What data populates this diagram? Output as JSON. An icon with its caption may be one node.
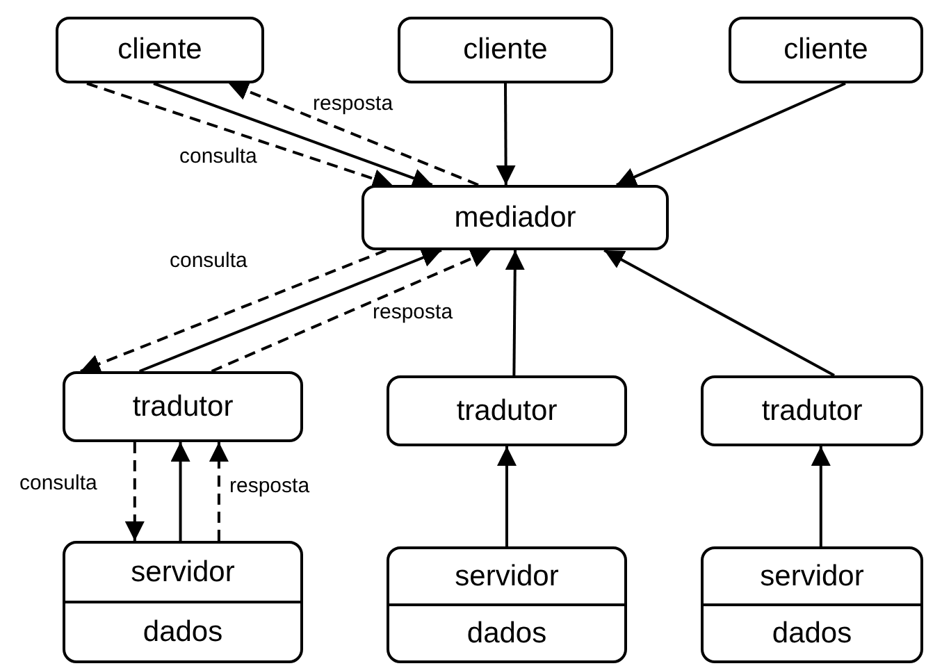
{
  "diagram": {
    "nodes": [
      {
        "text": [
          "cliente"
        ]
      },
      {
        "text": [
          "cliente"
        ]
      },
      {
        "text": [
          "cliente"
        ]
      },
      {
        "text": [
          "mediador"
        ]
      },
      {
        "text": [
          "tradutor"
        ]
      },
      {
        "text": [
          "tradutor"
        ]
      },
      {
        "text": [
          "tradutor"
        ]
      },
      {
        "text": [
          "servidor",
          "dados"
        ]
      },
      {
        "text": [
          "servidor",
          "dados"
        ]
      },
      {
        "text": [
          "servidor",
          "dados"
        ]
      }
    ],
    "edges": [
      {
        "from": 0,
        "to": 3,
        "arrow": "to",
        "style": "dashed",
        "label": "consulta"
      },
      {
        "from": 0,
        "to": 3,
        "arrow": "to"
      },
      {
        "from": 3,
        "to": 0,
        "arrow": "to",
        "style": "dashed",
        "label": "resposta"
      },
      {
        "from": 1,
        "to": 3,
        "arrow": "to"
      },
      {
        "from": 2,
        "to": 3,
        "arrow": "to"
      },
      {
        "from": 3,
        "to": 4,
        "arrow": "to",
        "style": "dashed",
        "label": "consulta"
      },
      {
        "from": 4,
        "to": 3,
        "arrow": "to"
      },
      {
        "from": 4,
        "to": 3,
        "arrow": "to",
        "style": "dashed",
        "label": "resposta"
      },
      {
        "from": 5,
        "to": 3,
        "arrow": "to"
      },
      {
        "from": 6,
        "to": 3,
        "arrow": "to"
      },
      {
        "from": 4,
        "to": 7,
        "arrow": "to",
        "style": "dashed",
        "label": "consulta"
      },
      {
        "from": 7,
        "to": 4,
        "arrow": "to"
      },
      {
        "from": 7,
        "to": 4,
        "arrow": "to",
        "style": "dashed",
        "label": "resposta"
      },
      {
        "from": 8,
        "to": 5,
        "arrow": "to"
      },
      {
        "from": 9,
        "to": 6,
        "arrow": "to"
      }
    ]
  }
}
